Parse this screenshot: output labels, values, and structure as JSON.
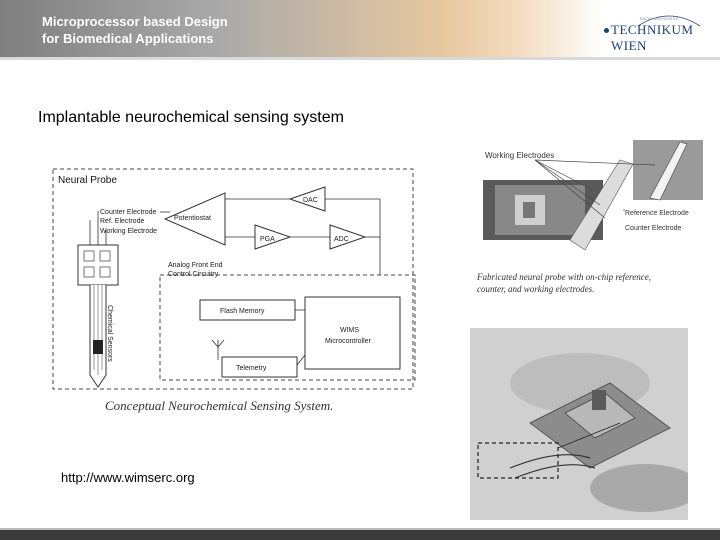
{
  "header": {
    "title_line1": "Microprocessor based Design",
    "title_line2": "for Biomedical Applications",
    "logo_text": "TECHNIKUM WIEN",
    "logo_subtext": "FACHHOCHSCHULE"
  },
  "slide": {
    "title": "Implantable neurochemical sensing system",
    "link": "http://www.wimserc.org"
  },
  "diagram": {
    "neural_probe": "Neural Probe",
    "counter_electrode": "Counter Electrode",
    "ref_electrode": "Ref. Electrode",
    "working_electrode": "Working Electrode",
    "potentiostat": "Potentiostat",
    "dac": "DAC",
    "pga": "PGA",
    "adc": "ADC",
    "afe_line1": "Analog Front End",
    "afe_line2": "Control Circuitry",
    "flash_memory": "Flash Memory",
    "wim_line1": "WIMS",
    "wim_line2": "Microcontroller",
    "telemetry": "Telemetry",
    "chemical_sensors": "Chemical Sensors",
    "caption": "Conceptual Neurochemical Sensing System."
  },
  "photo_top": {
    "working_electrodes": "Working Electrodes",
    "reference_electrode": "Reference Electrode",
    "counter_electrode": "Counter Electrode",
    "caption_line1": "Fabricated neural probe with on-chip reference,",
    "caption_line2": "counter, and working electrodes."
  },
  "colors": {
    "logo_blue": "#1f3f7a",
    "footer": "#3b3b3b"
  }
}
